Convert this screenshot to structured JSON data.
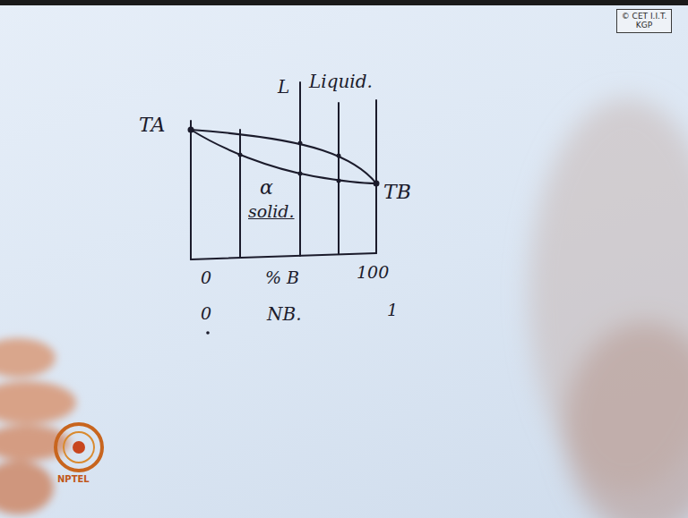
{
  "diagram": {
    "nodes": [
      {
        "text": [
          "© CET I.I.T. KGP"
        ]
      }
    ],
    "labels": [
      "TA",
      "L",
      "Liquid.",
      "α",
      "solid.",
      "TB",
      "0",
      "% B",
      "100",
      "0",
      "NB.",
      "1",
      "NPTEL"
    ]
  }
}
